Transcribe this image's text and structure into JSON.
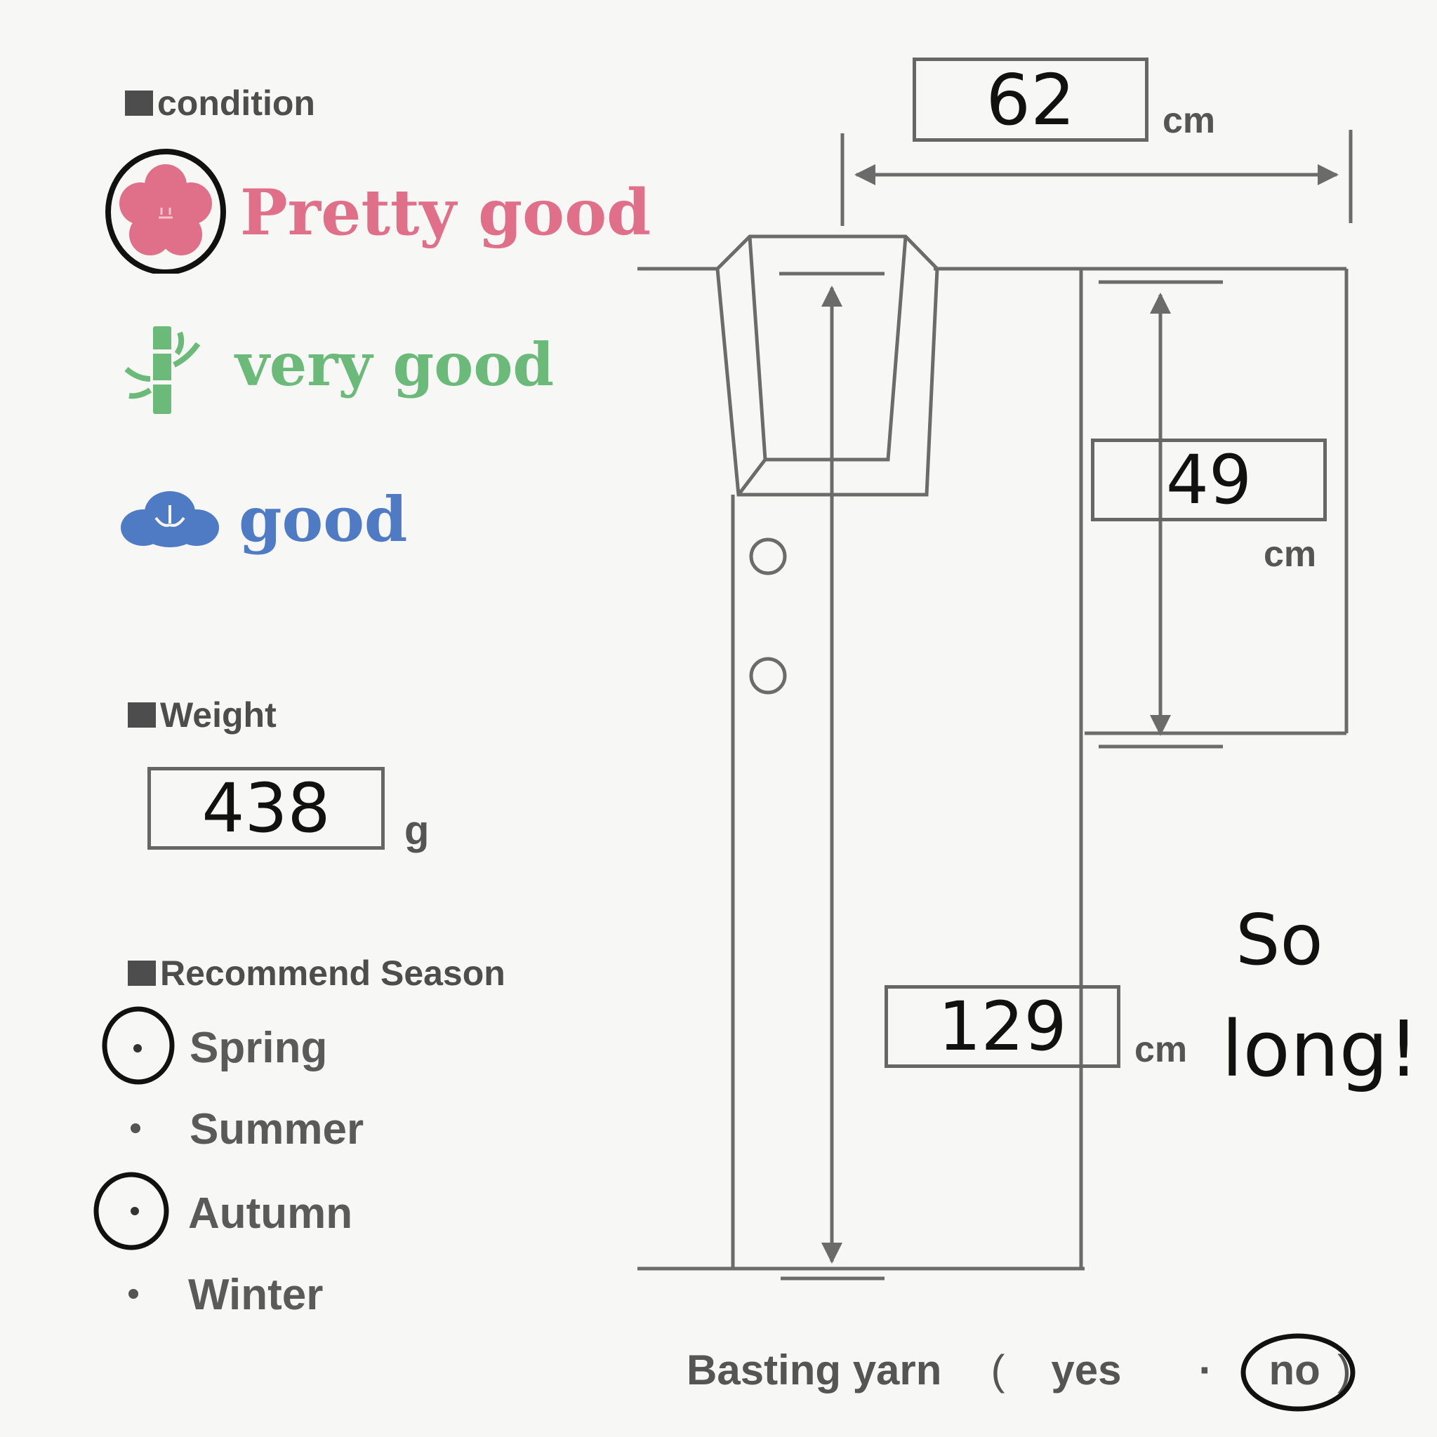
{
  "condition": {
    "heading": "condition",
    "options": [
      {
        "label": "Pretty good",
        "icon": "plum-blossom-icon",
        "color": "#e0708a",
        "selected": true
      },
      {
        "label": "very good",
        "icon": "bamboo-icon",
        "color": "#6cba7a",
        "selected": false
      },
      {
        "label": "good",
        "icon": "pine-cloud-icon",
        "color": "#4f7bc4",
        "selected": false
      }
    ]
  },
  "weight": {
    "heading": "Weight",
    "value": "438",
    "unit": "g"
  },
  "season": {
    "heading": "Recommend Season",
    "items": [
      {
        "label": "Spring",
        "selected": true
      },
      {
        "label": "Summer",
        "selected": false
      },
      {
        "label": "Autumn",
        "selected": true
      },
      {
        "label": "Winter",
        "selected": false
      }
    ]
  },
  "measurements": {
    "sleeve_width": {
      "value": "62",
      "unit": "cm"
    },
    "sleeve_length": {
      "value": "49",
      "unit": "cm"
    },
    "total_length": {
      "value": "129",
      "unit": "cm"
    }
  },
  "note": {
    "line1": "So",
    "line2": "long!"
  },
  "basting_yarn": {
    "label": "Basting yarn",
    "open_paren": "(",
    "yes": "yes",
    "separator": "·",
    "no": "no",
    "close_paren": ")",
    "selected": "no"
  },
  "colors": {
    "line": "#6b6b6b",
    "ink": "#111111"
  }
}
